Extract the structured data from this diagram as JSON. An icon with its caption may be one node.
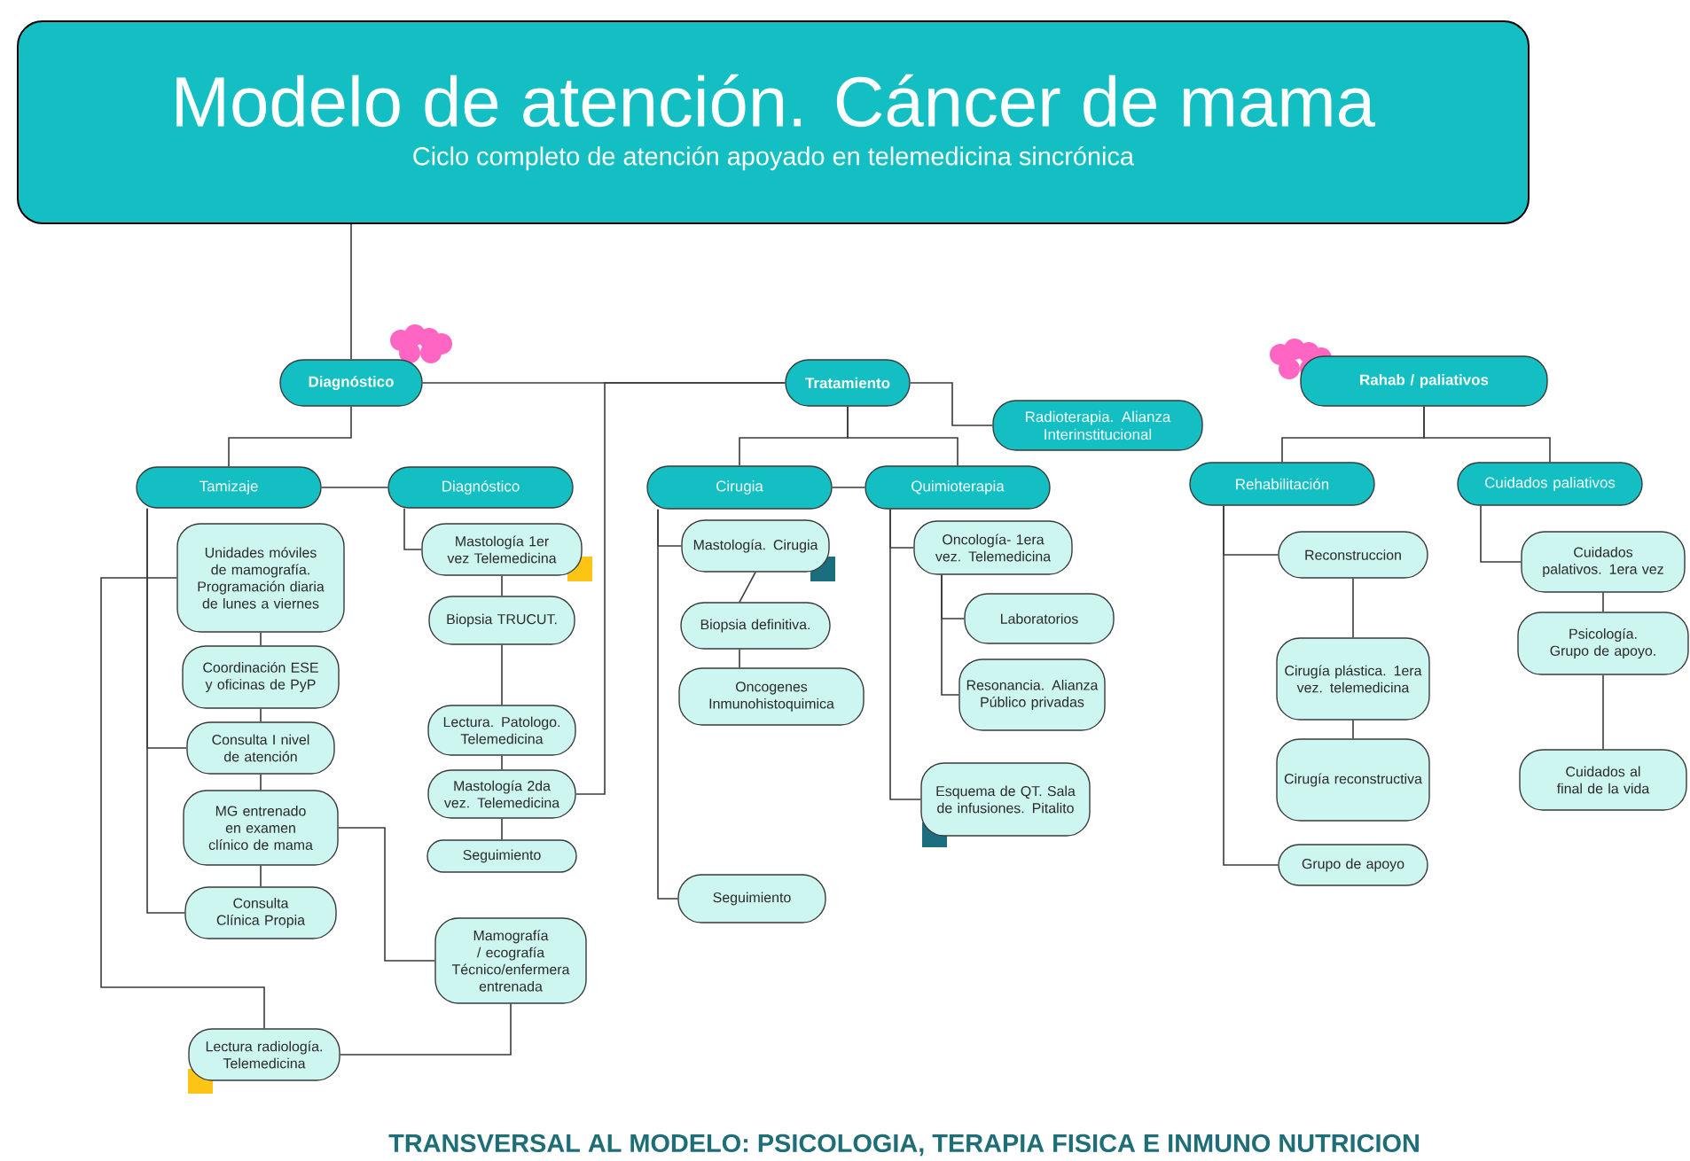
{
  "diagram": {
    "nodes": [
      {
        "text": [
          "Modelo de atención. Cáncer de mama",
          "Ciclo completo de atención apoyado en telemedicina sincrónica"
        ]
      },
      {
        "text": [
          "Diagnóstico"
        ]
      },
      {
        "text": [
          "Tratamiento"
        ]
      },
      {
        "text": [
          "Radioterapia. Alianza Interinstitucional"
        ]
      },
      {
        "text": [
          "Rahab / paliativos"
        ]
      },
      {
        "text": [
          "Tamizaje"
        ]
      },
      {
        "text": [
          "Diagnóstico"
        ]
      },
      {
        "text": [
          "Unidades móviles de mamografía. Programación diaria de lunes a viernes"
        ]
      },
      {
        "text": [
          "Coordinación ESE y oficinas de PyP"
        ]
      },
      {
        "text": [
          "Consulta I nivel de atención"
        ]
      },
      {
        "text": [
          "MG entrenado en examen clínico de mama"
        ]
      },
      {
        "text": [
          "Consulta Clínica Propia"
        ]
      },
      {
        "text": [
          "Lectura radiología. Telemedicina"
        ]
      },
      {
        "text": [
          "Mastología 1er vez Telemedicina"
        ]
      },
      {
        "text": [
          "Biopsia TRUCUT."
        ]
      },
      {
        "text": [
          "Lectura. Patologo. Telemedicina"
        ]
      },
      {
        "text": [
          "Mastología 2da vez. Telemedicina"
        ]
      },
      {
        "text": [
          "Seguimiento"
        ]
      },
      {
        "text": [
          "Mamografía / ecografía Técnico/enfermera entrenada"
        ]
      },
      {
        "text": [
          "Cirugia"
        ]
      },
      {
        "text": [
          "Quimioterapia"
        ]
      },
      {
        "text": [
          "Mastología. Cirugia"
        ]
      },
      {
        "text": [
          "Biopsia definitiva."
        ]
      },
      {
        "text": [
          "Oncogenes Inmunohistoquimica"
        ]
      },
      {
        "text": [
          "Seguimiento"
        ]
      },
      {
        "text": [
          "Oncología- 1era vez. Telemedicina"
        ]
      },
      {
        "text": [
          "Laboratorios"
        ]
      },
      {
        "text": [
          "Resonancia. Alianza Público privadas"
        ]
      },
      {
        "text": [
          "Esquema de QT. Sala de infusiones. Pitalito"
        ]
      },
      {
        "text": [
          "Rehabilitación"
        ]
      },
      {
        "text": [
          "Cuidados paliativos"
        ]
      },
      {
        "text": [
          "Reconstruccion"
        ]
      },
      {
        "text": [
          "Cirugía plástica. 1era vez. telemedicina"
        ]
      },
      {
        "text": [
          "Cirugía reconstructiva"
        ]
      },
      {
        "text": [
          "Grupo de apoyo"
        ]
      },
      {
        "text": [
          "Cuidados palativos. 1era vez"
        ]
      },
      {
        "text": [
          "Psicología. Grupo de apoyo."
        ]
      },
      {
        "text": [
          "Cuidados al final de la vida"
        ]
      }
    ],
    "edges": [
      {
        "from": 0,
        "to": 1,
        "arrow": "none"
      },
      {
        "from": 1,
        "to": 5,
        "arrow": "none"
      },
      {
        "from": 1,
        "to": 2,
        "arrow": "none"
      },
      {
        "from": 16,
        "to": 2,
        "arrow": "none"
      },
      {
        "from": 5,
        "to": 6,
        "arrow": "none"
      },
      {
        "from": 5,
        "to": 9,
        "arrow": "none"
      },
      {
        "from": 5,
        "to": 11,
        "arrow": "none"
      },
      {
        "from": 7,
        "to": 12,
        "arrow": "none"
      },
      {
        "from": 7,
        "to": 8,
        "arrow": "none"
      },
      {
        "from": 8,
        "to": 9,
        "arrow": "none"
      },
      {
        "from": 9,
        "to": 10,
        "arrow": "none"
      },
      {
        "from": 10,
        "to": 11,
        "arrow": "none"
      },
      {
        "from": 10,
        "to": 18,
        "arrow": "none"
      },
      {
        "from": 18,
        "to": 12,
        "arrow": "none"
      },
      {
        "from": 6,
        "to": 13,
        "arrow": "none"
      },
      {
        "from": 13,
        "to": 14,
        "arrow": "none"
      },
      {
        "from": 14,
        "to": 15,
        "arrow": "none"
      },
      {
        "from": 15,
        "to": 16,
        "arrow": "none"
      },
      {
        "from": 16,
        "to": 17,
        "arrow": "none"
      },
      {
        "from": 2,
        "to": 3,
        "arrow": "none"
      },
      {
        "from": 2,
        "to": 19,
        "arrow": "none"
      },
      {
        "from": 2,
        "to": 20,
        "arrow": "none"
      },
      {
        "from": 19,
        "to": 20,
        "arrow": "none"
      },
      {
        "from": 19,
        "to": 21,
        "arrow": "none"
      },
      {
        "from": 19,
        "to": 24,
        "arrow": "none"
      },
      {
        "from": 21,
        "to": 22,
        "arrow": "none"
      },
      {
        "from": 22,
        "to": 23,
        "arrow": "none"
      },
      {
        "from": 20,
        "to": 25,
        "arrow": "none"
      },
      {
        "from": 20,
        "to": 28,
        "arrow": "none"
      },
      {
        "from": 25,
        "to": 26,
        "arrow": "none"
      },
      {
        "from": 25,
        "to": 27,
        "arrow": "none"
      },
      {
        "from": 4,
        "to": 29,
        "arrow": "none"
      },
      {
        "from": 4,
        "to": 30,
        "arrow": "none"
      },
      {
        "from": 29,
        "to": 31,
        "arrow": "none"
      },
      {
        "from": 29,
        "to": 34,
        "arrow": "none"
      },
      {
        "from": 31,
        "to": 32,
        "arrow": "none"
      },
      {
        "from": 32,
        "to": 33,
        "arrow": "none"
      },
      {
        "from": 30,
        "to": 35,
        "arrow": "none"
      },
      {
        "from": 35,
        "to": 36,
        "arrow": "none"
      },
      {
        "from": 36,
        "to": 37,
        "arrow": "none"
      }
    ],
    "labels": [
      "TRANSVERSAL AL MODELO: PSICOLOGIA, TERAPIA FISICA E INMUNO NUTRICION"
    ]
  }
}
